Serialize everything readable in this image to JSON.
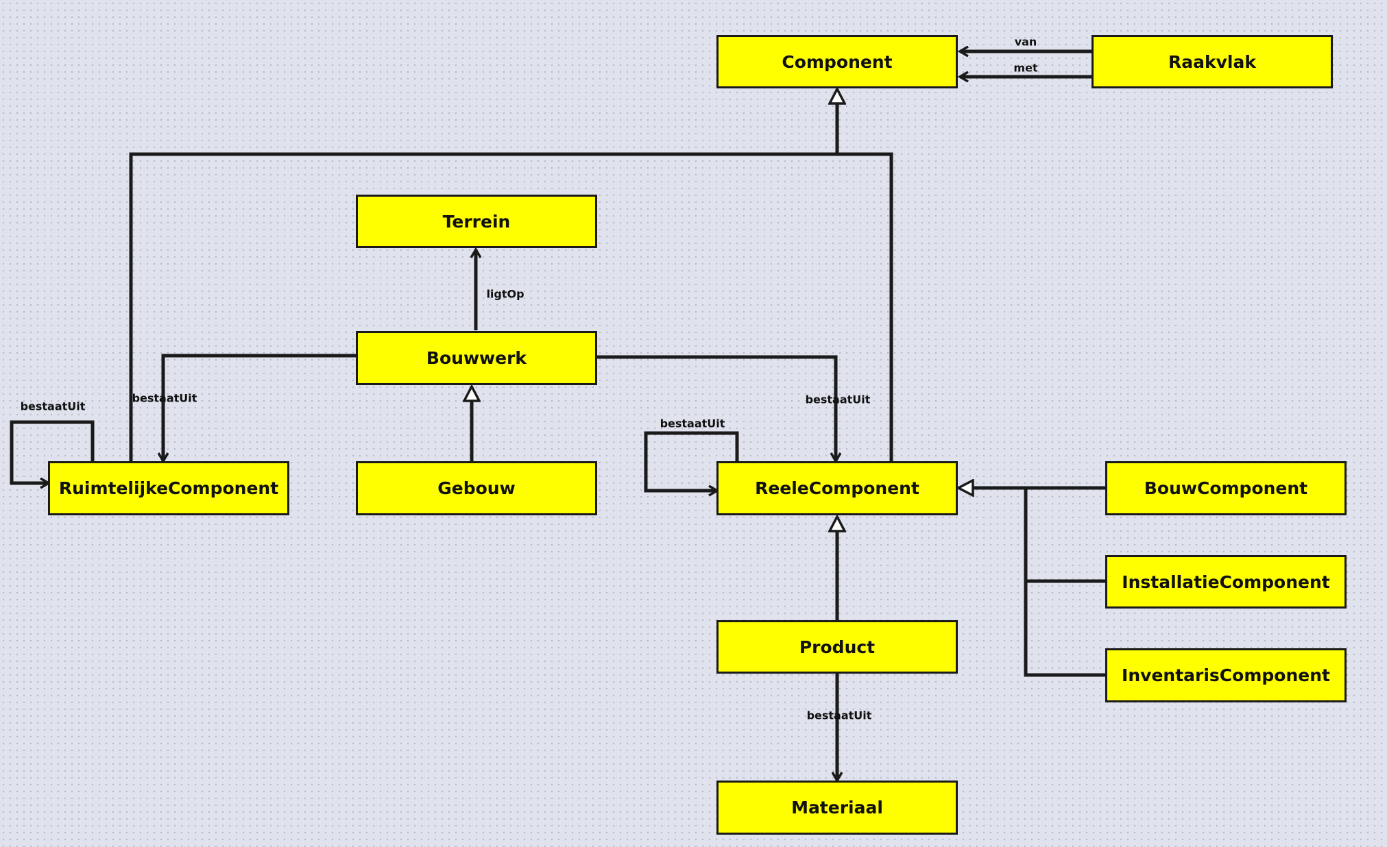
{
  "nodes": {
    "component": "Component",
    "raakvlak": "Raakvlak",
    "terrein": "Terrein",
    "bouwwerk": "Bouwwerk",
    "ruimtelijke": "RuimtelijkeComponent",
    "gebouw": "Gebouw",
    "reele": "ReeleComponent",
    "bouwcomponent": "BouwComponent",
    "installatie": "InstallatieComponent",
    "inventaris": "InventarisComponent",
    "product": "Product",
    "materiaal": "Materiaal"
  },
  "labels": {
    "van": "van",
    "met": "met",
    "ligtop": "ligtOp",
    "bestaatuit_ruimtelijke_self": "bestaatUit",
    "bestaatuit_bouwwerk_ruimtelijke": "bestaatUit",
    "bestaatuit_reele_self": "bestaatUit",
    "bestaatuit_bouwwerk_reele": "bestaatUit",
    "bestaatuit_product_materiaal": "bestaatUit"
  },
  "colors": {
    "node_fill": "#ffff00",
    "line": "#1a1a1a",
    "background": "#e0e3ed"
  }
}
